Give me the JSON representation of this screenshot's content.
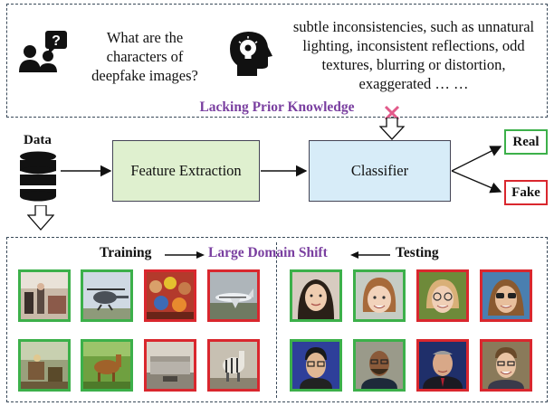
{
  "top": {
    "question": "What are the characters of deepfake images?",
    "answer": "subtle inconsistencies, such as unnatural lighting, inconsistent reflections, odd textures, blurring or distortion, exaggerated … …",
    "lacking_label": "Lacking Prior Knowledge",
    "question_icon": "person-question-icon",
    "think_icon": "head-lightbulb-icon",
    "blocked_icon": "cross-mark-icon"
  },
  "pipeline": {
    "data_label": "Data",
    "feature_label": "Feature Extraction",
    "classifier_label": "Classifier",
    "real_label": "Real",
    "fake_label": "Fake",
    "data_icon": "database-icon"
  },
  "bottom": {
    "training_label": "Training",
    "shift_label": "Large Domain Shift",
    "testing_label": "Testing"
  },
  "colors": {
    "real": "#3cb04a",
    "fake": "#d9272e",
    "accent": "#7a3fa0",
    "feature_fill": "#dff0cf",
    "classifier_fill": "#d7ecf8"
  }
}
